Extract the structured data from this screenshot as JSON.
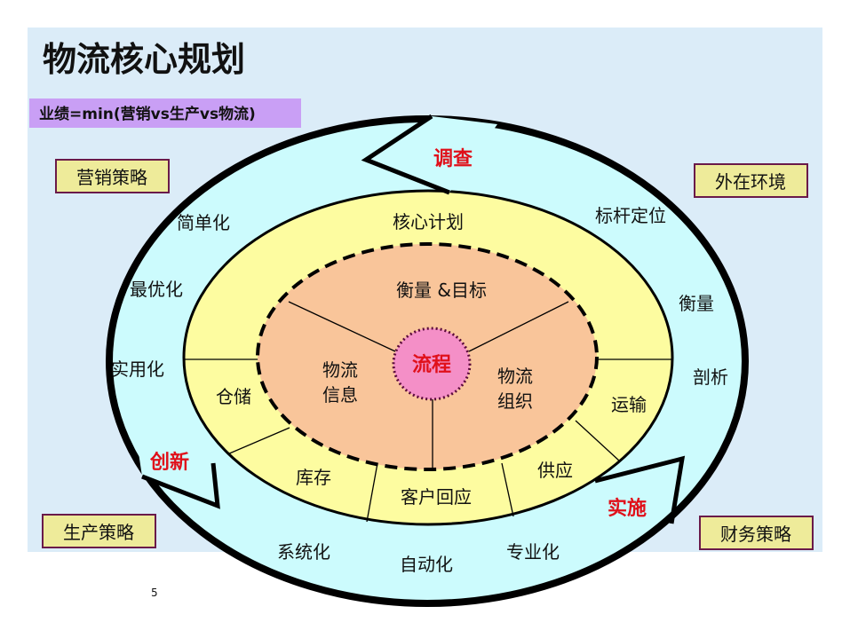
{
  "title": "物流核心规划",
  "formula": "业绩=min(营销vs生产vs物流)",
  "page_number": "5",
  "corner_boxes": {
    "top_left": "营销策略",
    "top_right": "外在环境",
    "bottom_left": "生产策略",
    "bottom_right": "财务策略"
  },
  "arrows": {
    "top": "调查",
    "left": "创新",
    "right": "实施"
  },
  "outer_ring": {
    "left": [
      "简单化",
      "最优化",
      "实用化"
    ],
    "right": [
      "标杆定位",
      "衡量",
      "剖析"
    ],
    "bottom": [
      "系统化",
      "自动化",
      "专业化"
    ]
  },
  "middle_ring": {
    "top": "核心计划",
    "segments": [
      "仓储",
      "库存",
      "客户回应",
      "供应",
      "运输"
    ]
  },
  "inner": {
    "top": "衡量 &目标",
    "left": [
      "物流",
      "信息"
    ],
    "right": [
      "物流",
      "组织"
    ]
  },
  "center": "流程",
  "colors": {
    "background": "#dbecf8",
    "outer_ring": "#ccfbfd",
    "middle_ring": "#fdfca0",
    "inner": "#f9c59a",
    "center": "#f48fc7",
    "box_fill": "#eeeb9a",
    "box_border": "#6a1a4a",
    "formula_bg": "#c99ff5",
    "accent_text": "#e0101a"
  }
}
